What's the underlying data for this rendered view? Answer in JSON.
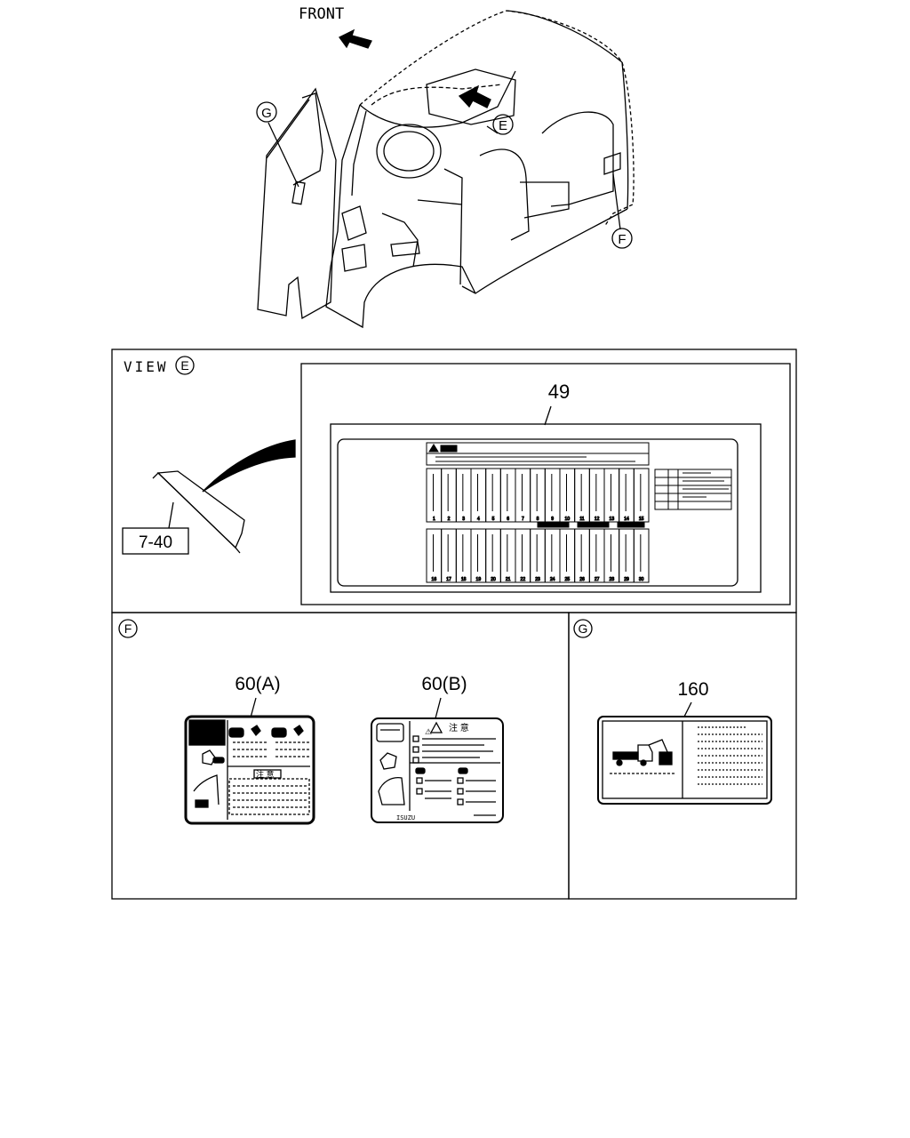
{
  "cab": {
    "direction_label": "FRONT",
    "callouts": [
      "G",
      "E",
      "F"
    ]
  },
  "view_e": {
    "title": "VIEW",
    "title_letter": "E",
    "ref_part": "7-40",
    "part_number": "49",
    "fuse_numbers_top": [
      "1",
      "2",
      "3",
      "4",
      "5",
      "6",
      "7",
      "8",
      "9",
      "10",
      "11",
      "12",
      "13",
      "14",
      "15"
    ],
    "fuse_numbers_bottom": [
      "16",
      "17",
      "18",
      "19",
      "20",
      "21",
      "22",
      "23",
      "24",
      "25",
      "26",
      "27",
      "28",
      "29",
      "30"
    ]
  },
  "view_f": {
    "letter": "F",
    "part_a": "60(A)",
    "part_b": "60(B)",
    "label_b_brand": "ISUZU"
  },
  "view_g": {
    "letter": "G",
    "part_number": "160"
  }
}
